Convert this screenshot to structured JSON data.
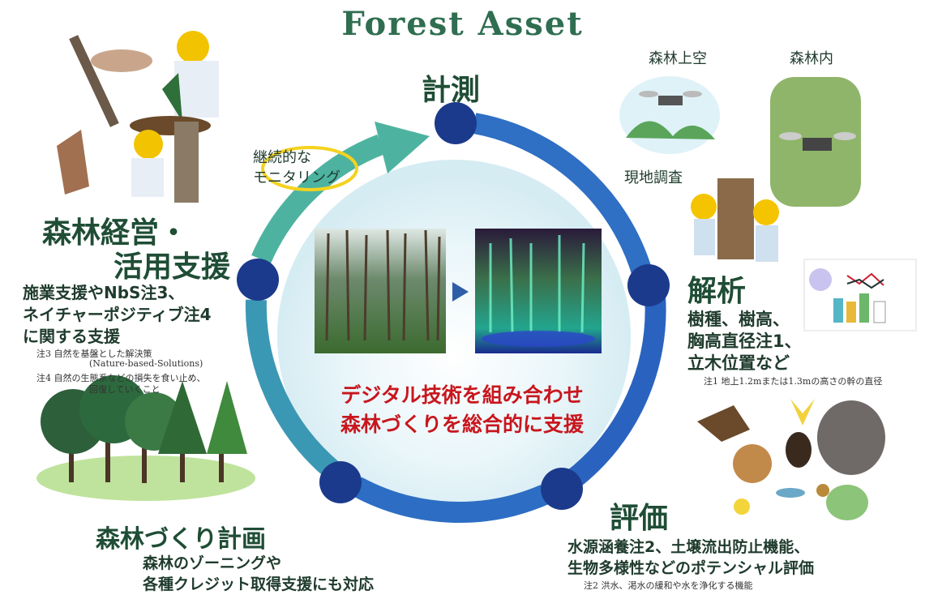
{
  "title": "Forest Asset",
  "center_message": {
    "line1": "デジタル技術を組み合わせ",
    "line2": "森林づくりを総合的に支援"
  },
  "stages": {
    "measurement": {
      "label": "計測",
      "sub_labels": {
        "above_forest": "森林上空",
        "inside_forest": "森林内",
        "field_survey": "現地調査"
      }
    },
    "analysis": {
      "label": "解析",
      "desc_line1": "樹種、樹高、",
      "desc_line2": "胸高直径注1、",
      "desc_line3": "立木位置など",
      "note1": "注1 地上1.2mまたは1.3mの高さの幹の直径"
    },
    "evaluation": {
      "label": "評価",
      "desc_line1": "水源涵養注2、土壌流出防止機能、",
      "desc_line2": "生物多様性などのポテンシャル評価",
      "note2": "注2 洪水、渇水の緩和や水を浄化する機能"
    },
    "planning": {
      "label": "森林づくり計画",
      "desc_line1": "森林のゾーニングや",
      "desc_line2": "各種クレジット取得支援にも対応"
    },
    "management": {
      "label_line1": "森林経営・",
      "label_line2": "活用支援",
      "desc_line1": "施業支援やNbS注3、",
      "desc_line2": "ネイチャーポジティブ注4",
      "desc_line3": "に関する支援",
      "note3_line1": "注3 自然を基盤とした解決策",
      "note3_line2": "(Nature-based-Solutions)",
      "note4_line1": "注4 自然の生態系などの損失を食い止め、",
      "note4_line2": "回復していくこと"
    }
  },
  "monitoring": {
    "line1": "継続的な",
    "line2": "モニタリング"
  },
  "colors": {
    "ring_teal": "#3fa59a",
    "ring_blue": "#2c5dbd",
    "node_navy": "#1c3a8c",
    "title_green": "#2f6e50",
    "message_red": "#c8161d"
  }
}
